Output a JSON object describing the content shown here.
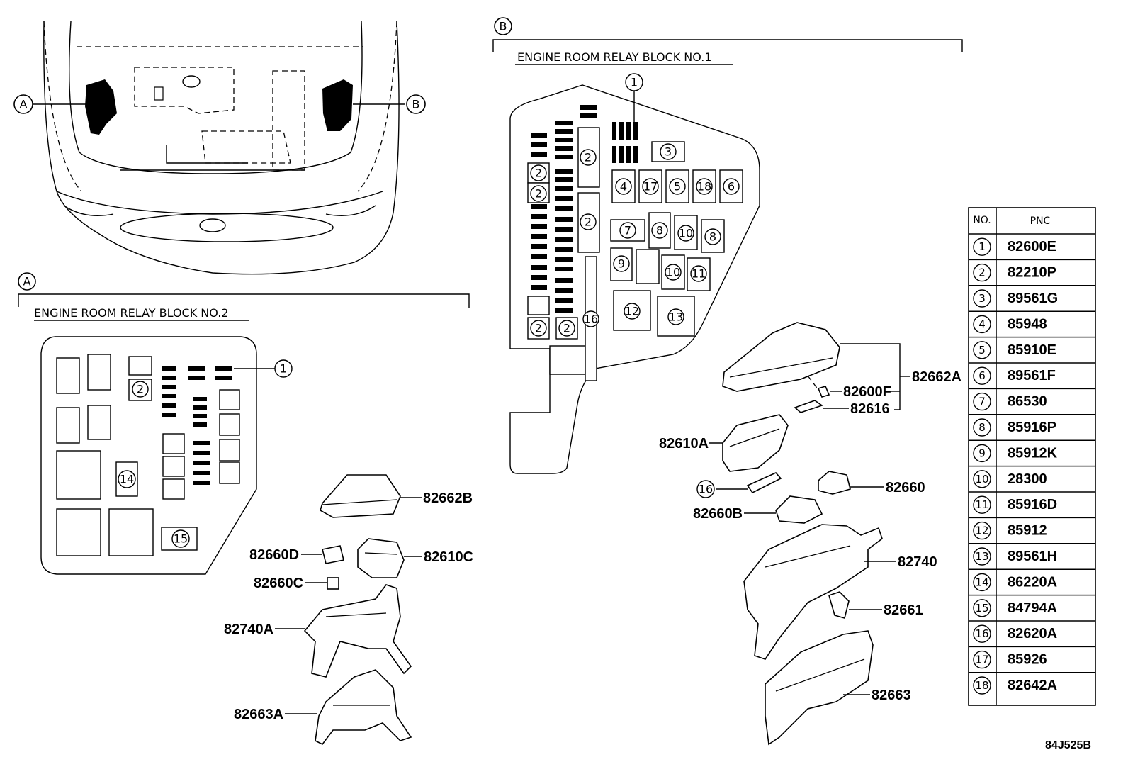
{
  "view_labels": {
    "a": "A",
    "b": "B"
  },
  "section_a": {
    "title": "ENGINE ROOM RELAY BLOCK NO.2"
  },
  "section_b": {
    "title": "ENGINE ROOM RELAY BLOCK NO.1"
  },
  "part_labels": {
    "p82662B": "82662B",
    "p82660D": "82660D",
    "p82610C": "82610C",
    "p82660C": "82660C",
    "p82740A": "82740A",
    "p82663A": "82663A",
    "p82662A": "82662A",
    "p82600F": "82600F",
    "p82616": "82616",
    "p82610A": "82610A",
    "p82660": "82660",
    "p82660B": "82660B",
    "p82740": "82740",
    "p82661": "82661",
    "p82663": "82663"
  },
  "callouts": {
    "c1": "1",
    "c2": "2",
    "c3": "3",
    "c4": "4",
    "c5": "5",
    "c6": "6",
    "c7": "7",
    "c8": "8",
    "c9": "9",
    "c10": "10",
    "c11": "11",
    "c12": "12",
    "c13": "13",
    "c14": "14",
    "c15": "15",
    "c16": "16",
    "c17": "17",
    "c18": "18"
  },
  "table": {
    "header_no": "NO.",
    "header_pnc": "PNC",
    "rows": [
      {
        "no": "1",
        "pnc": "82600E"
      },
      {
        "no": "2",
        "pnc": "82210P"
      },
      {
        "no": "3",
        "pnc": "89561G"
      },
      {
        "no": "4",
        "pnc": "85948"
      },
      {
        "no": "5",
        "pnc": "85910E"
      },
      {
        "no": "6",
        "pnc": "89561F"
      },
      {
        "no": "7",
        "pnc": "86530"
      },
      {
        "no": "8",
        "pnc": "85916P"
      },
      {
        "no": "9",
        "pnc": "85912K"
      },
      {
        "no": "10",
        "pnc": "28300"
      },
      {
        "no": "11",
        "pnc": "85916D"
      },
      {
        "no": "12",
        "pnc": "85912"
      },
      {
        "no": "13",
        "pnc": "89561H"
      },
      {
        "no": "14",
        "pnc": "86220A"
      },
      {
        "no": "15",
        "pnc": "84794A"
      },
      {
        "no": "16",
        "pnc": "82620A"
      },
      {
        "no": "17",
        "pnc": "85926"
      },
      {
        "no": "18",
        "pnc": "82642A"
      }
    ]
  },
  "figure_code": "84J525B"
}
